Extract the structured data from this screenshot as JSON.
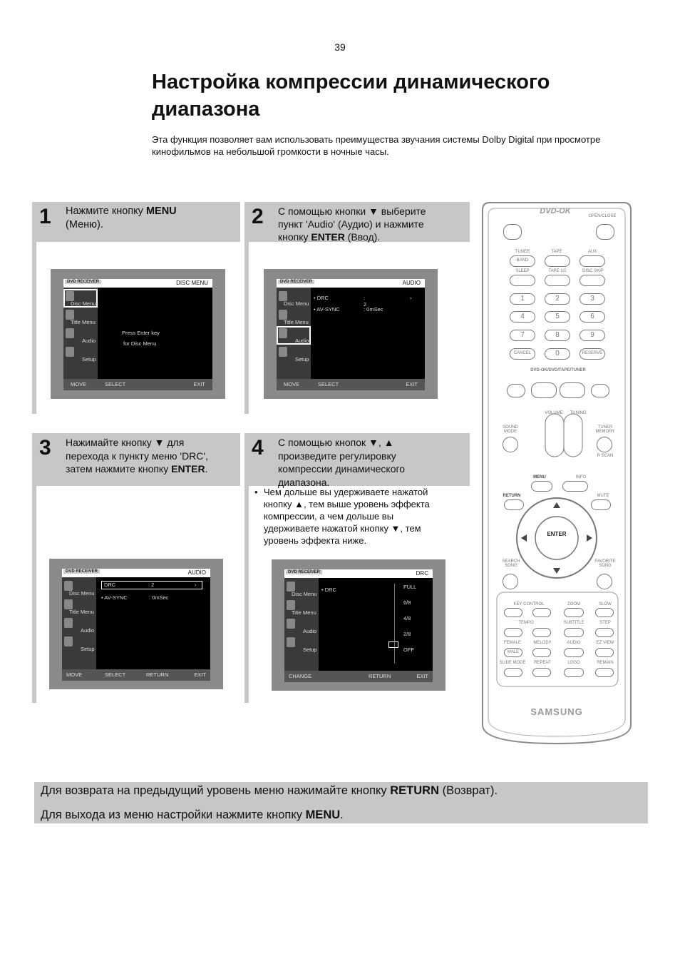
{
  "page_number": "39",
  "title": "Настройка компрессии динамического диапазона",
  "intro": "Эта функция позволяет вам использовать преимущества звучания системы Dolby Digital при просмотре кинофильмов на небольшой громкости в ночные часы.",
  "steps": [
    {
      "num": "1",
      "line1_a": "Нажмите кнопку ",
      "line1_b": "MENU",
      "line2": "(Меню)."
    },
    {
      "num": "2",
      "line1": "С помощью кнопки ▼ выберите",
      "line2": "пункт 'Audio' (Аудио) и нажмите",
      "line3_a": "кнопку ",
      "line3_b": "ENTER",
      "line3_c": " (Ввод)."
    },
    {
      "num": "3",
      "line1": "Нажимайте кнопку ▼ для",
      "line2": "перехода к пункту меню 'DRC',",
      "line3_a": "затем нажмите кнопку ",
      "line3_b": "ENTER",
      "line3_c": "."
    },
    {
      "num": "4",
      "line1": "С помощью кнопок ▼, ▲",
      "line2": "произведите регулировку",
      "line3": "компрессии динамического",
      "line4": "диапазона."
    }
  ],
  "note": {
    "bullet": "•",
    "lines": [
      "Чем дольше вы удерживаете нажатой",
      "кнопку ▲, тем выше уровень эффекта",
      "компрессии, а чем дольше вы",
      "удерживаете нажатой кнопку ▼, тем",
      "уровень эффекта ниже."
    ]
  },
  "screens": {
    "brand": "DVD RECEIVER",
    "menu": [
      "Disc Menu",
      "Title Menu",
      "Audio",
      "Setup"
    ],
    "s1": {
      "tag": "DISC MENU",
      "msg1": "Press Enter key",
      "msg2": "for Disc Menu",
      "b1": "MOVE",
      "b2": "SELECT",
      "b3": "EXIT"
    },
    "s2": {
      "tag": "AUDIO",
      "r1a": "• DRC",
      "r1b": ":  2",
      "r1c": "›",
      "r2a": "• AV-SYNC",
      "r2b": ":  0mSec",
      "b1": "MOVE",
      "b2": "SELECT",
      "b3": "EXIT"
    },
    "s3": {
      "tag": "AUDIO",
      "r1a": "DRC",
      "r1b": ":  2",
      "r1c": "›",
      "r2a": "• AV-SYNC",
      "r2b": ":  0mSec",
      "b1": "MOVE",
      "b2": "SELECT",
      "b3": "RETURN",
      "b4": "EXIT"
    },
    "s4": {
      "tag": "DRC",
      "r1a": "• DRC",
      "levels": [
        "FULL",
        "6/8",
        "4/8",
        "2/8",
        "OFF"
      ],
      "b1": "CHANGE",
      "b2": "RETURN",
      "b3": "EXIT"
    }
  },
  "remote": {
    "logo": "DVD-OK",
    "open_close": "OPEN/CLOSE",
    "tuner": "TUNER",
    "band": "BAND",
    "tape": "TAPE",
    "aux": "AUX",
    "sleep": "SLEEP",
    "tape12": "TAPE 1/2",
    "disc_skip": "DISC SKIP",
    "digits": [
      "1",
      "2",
      "3",
      "4",
      "5",
      "6",
      "7",
      "8",
      "9",
      "CANCEL",
      "0",
      "RESERVE"
    ],
    "source_bar": "DVD-OK/DVD/TAPE/TUNER",
    "volume": "VOLUME",
    "tuning": "TUNING",
    "sound_mode": "SOUND MODE",
    "tuner_memory": "TUNER MEMORY",
    "rscan": "R SCAN",
    "menu": "MENU",
    "info": "INFO",
    "return": "RETURN",
    "mute": "MUTE",
    "enter": "ENTER",
    "search_song": "SEARCH SONG",
    "favorite_song": "FAVORITE SONG",
    "key_control": "KEY CONTROL",
    "zoom": "ZOOM",
    "slow": "SLOW",
    "tempo": "TEMPO",
    "subtitle": "SUBTITLE",
    "step": "STEP",
    "female": "FEMALE",
    "male": "MALE",
    "melody": "MELODY",
    "audio": "AUDIO",
    "ez_view": "EZ VIEW",
    "slide_mode": "SLIDE MODE",
    "repeat": "REPEAT",
    "logo_btn": "LOGO",
    "remain": "REMAIN",
    "brand": "SAMSUNG"
  },
  "footer": {
    "l1_a": "Для возврата на предыдущий уровень меню нажимайте кнопку ",
    "l1_b": "RETURN",
    "l1_c": " (Возврат).",
    "l2_a": "Для выхода из меню настройки нажмите кнопку ",
    "l2_b": "MENU",
    "l2_c": "."
  }
}
